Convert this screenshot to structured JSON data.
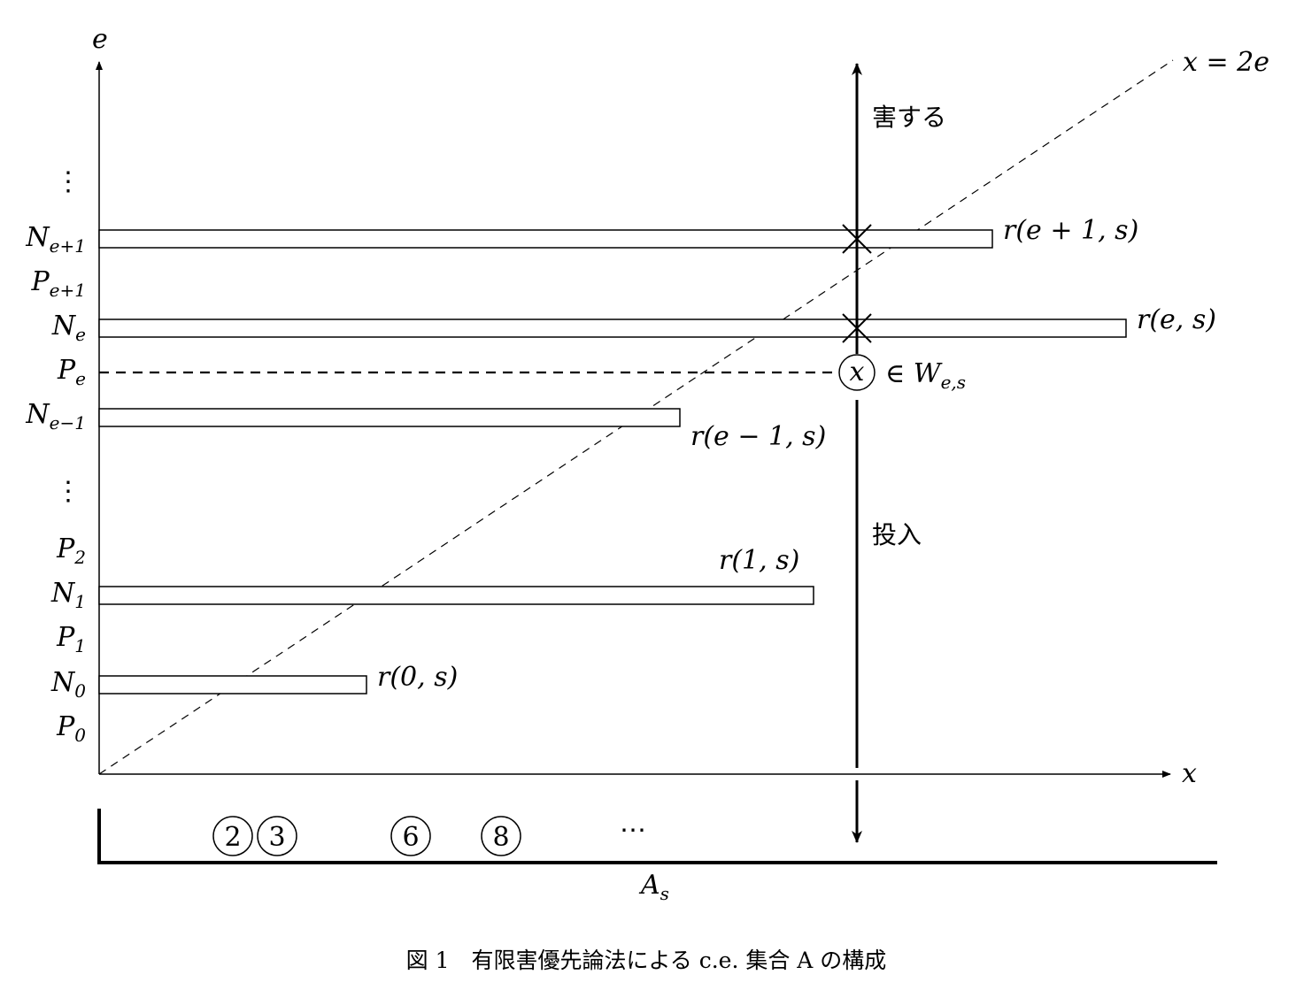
{
  "axes": {
    "y_label": "e",
    "x_label": "x",
    "diag_label": "x = 2e"
  },
  "rows": [
    {
      "base": "⋮",
      "sub": ""
    },
    {
      "base": "N",
      "sub": "e+1"
    },
    {
      "base": "P",
      "sub": "e+1"
    },
    {
      "base": "N",
      "sub": "e"
    },
    {
      "base": "P",
      "sub": "e"
    },
    {
      "base": "N",
      "sub": "e−1"
    },
    {
      "base": "⋮",
      "sub": ""
    },
    {
      "base": "P",
      "sub": "2"
    },
    {
      "base": "N",
      "sub": "1"
    },
    {
      "base": "P",
      "sub": "1"
    },
    {
      "base": "N",
      "sub": "0"
    },
    {
      "base": "P",
      "sub": "0"
    }
  ],
  "bars": [
    {
      "label": "r(e + 1, s)"
    },
    {
      "label": "r(e, s)"
    },
    {
      "label": "r(e − 1, s)"
    },
    {
      "label": "r(1, s)"
    },
    {
      "label": "r(0, s)"
    }
  ],
  "arrow": {
    "up_label": "害する",
    "down_label": "投入"
  },
  "element": {
    "symbol": "x",
    "membership": "∈ W",
    "membership_sub": "e,s"
  },
  "set": {
    "elements": [
      "2",
      "3",
      "6",
      "8"
    ],
    "ellipsis": "⋯",
    "label": "A",
    "label_sub": "s"
  },
  "caption": "図 1　有限害優先論法による c.e. 集合 A の構成"
}
